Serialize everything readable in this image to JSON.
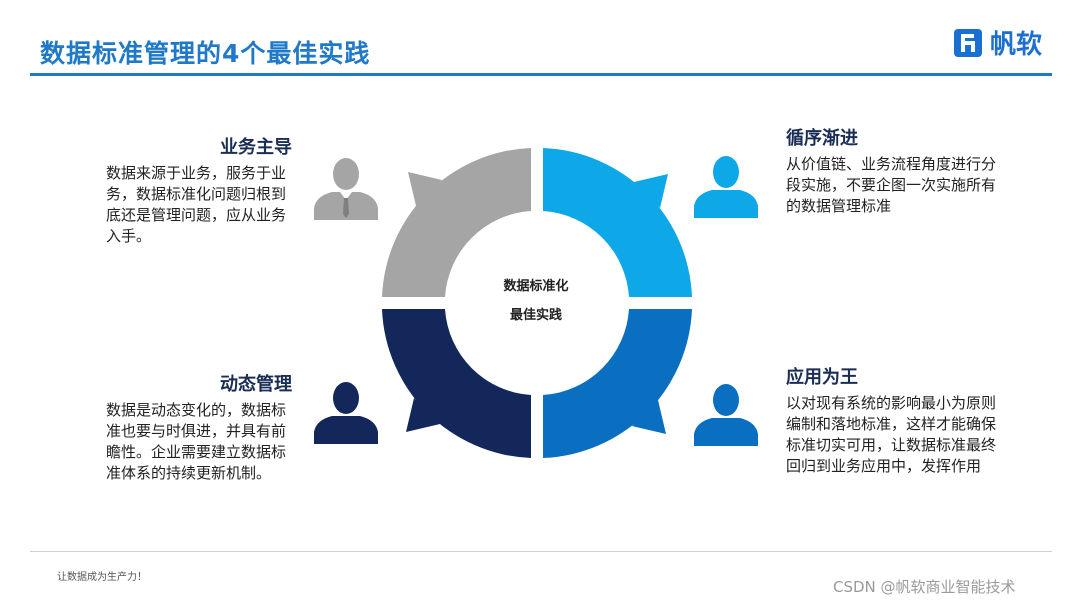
{
  "header": {
    "title": "数据标准管理的4个最佳实践",
    "brand": "帆软",
    "accent_color": "#1f78c8"
  },
  "center": {
    "line1": "数据标准化",
    "line2": "最佳实践"
  },
  "quadrants": {
    "top_left": {
      "heading": "业务主导",
      "text": "数据来源于业务，服务于业务，数据标准化问题归根到底还是管理问题，应从业务入手。",
      "color": "#a5a5a5",
      "icon": "person-tie-icon"
    },
    "top_right": {
      "heading": "循序渐进",
      "text": "从价值链、业务流程角度进行分段实施，不要企图一次实施所有的数据管理标准",
      "color": "#0ea8e8",
      "icon": "person-icon"
    },
    "bottom_right": {
      "heading": "应用为王",
      "text": "以对现有系统的影响最小为原则编制和落地标准，这样才能确保标准切实可用，让数据标准最终回归到业务应用中，发挥作用",
      "color": "#0a6fc0",
      "icon": "person-icon"
    },
    "bottom_left": {
      "heading": "动态管理",
      "text": "数据是动态变化的，数据标准也要与时俱进，并具有前瞻性。企业需要建立数据标准体系的持续更新机制。",
      "color": "#13275a",
      "icon": "person-icon"
    }
  },
  "footer": {
    "slogan": "让数据成为生产力！",
    "watermark": "CSDN @帆软商业智能技术"
  }
}
